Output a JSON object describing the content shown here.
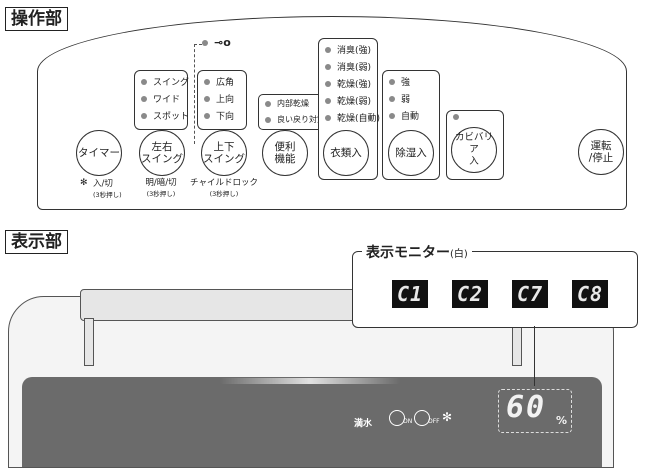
{
  "sections": {
    "control": "操作部",
    "display": "表示部"
  },
  "panel": {
    "timer": {
      "button": "タイマー",
      "caption": "入/切",
      "caption_sub": "(3秒押し)",
      "icon": "fan-icon"
    },
    "lr_swing": {
      "items": [
        "スイング",
        "ワイド",
        "スポット"
      ],
      "button": "左右\nスイング",
      "caption": "明/暗/切",
      "caption_sub": "(3秒押し)"
    },
    "ud_swing": {
      "lock_icon": "key-icon",
      "items": [
        "広角",
        "上向",
        "下向"
      ],
      "button": "上下\nスイング",
      "caption": "チャイルドロック",
      "caption_sub": "(3秒押し)"
    },
    "convenience": {
      "items": [
        "内部乾燥",
        "良い戻り対策"
      ],
      "button": "便利\n機能"
    },
    "clothes": {
      "items": [
        "消臭(強)",
        "消臭(弱)",
        "乾燥(強)",
        "乾燥(弱)",
        "乾燥(自動)"
      ],
      "button": "衣類入"
    },
    "dehumid": {
      "items": [
        "強",
        "弱",
        "自動"
      ],
      "button": "除湿入"
    },
    "mold": {
      "button": "カビバリア\n入"
    },
    "power": {
      "button": "運転\n/停止"
    }
  },
  "monitor": {
    "title": "表示モニター",
    "note": "(白)",
    "codes": [
      "C1",
      "C2",
      "C7",
      "C8"
    ]
  },
  "display": {
    "water_full": "満水",
    "on_label": "ON",
    "off_label": "OFF",
    "humidity": "60",
    "unit": "%"
  },
  "colors": {
    "display_panel": "#6b6b6b",
    "segment_bg": "#111111"
  }
}
